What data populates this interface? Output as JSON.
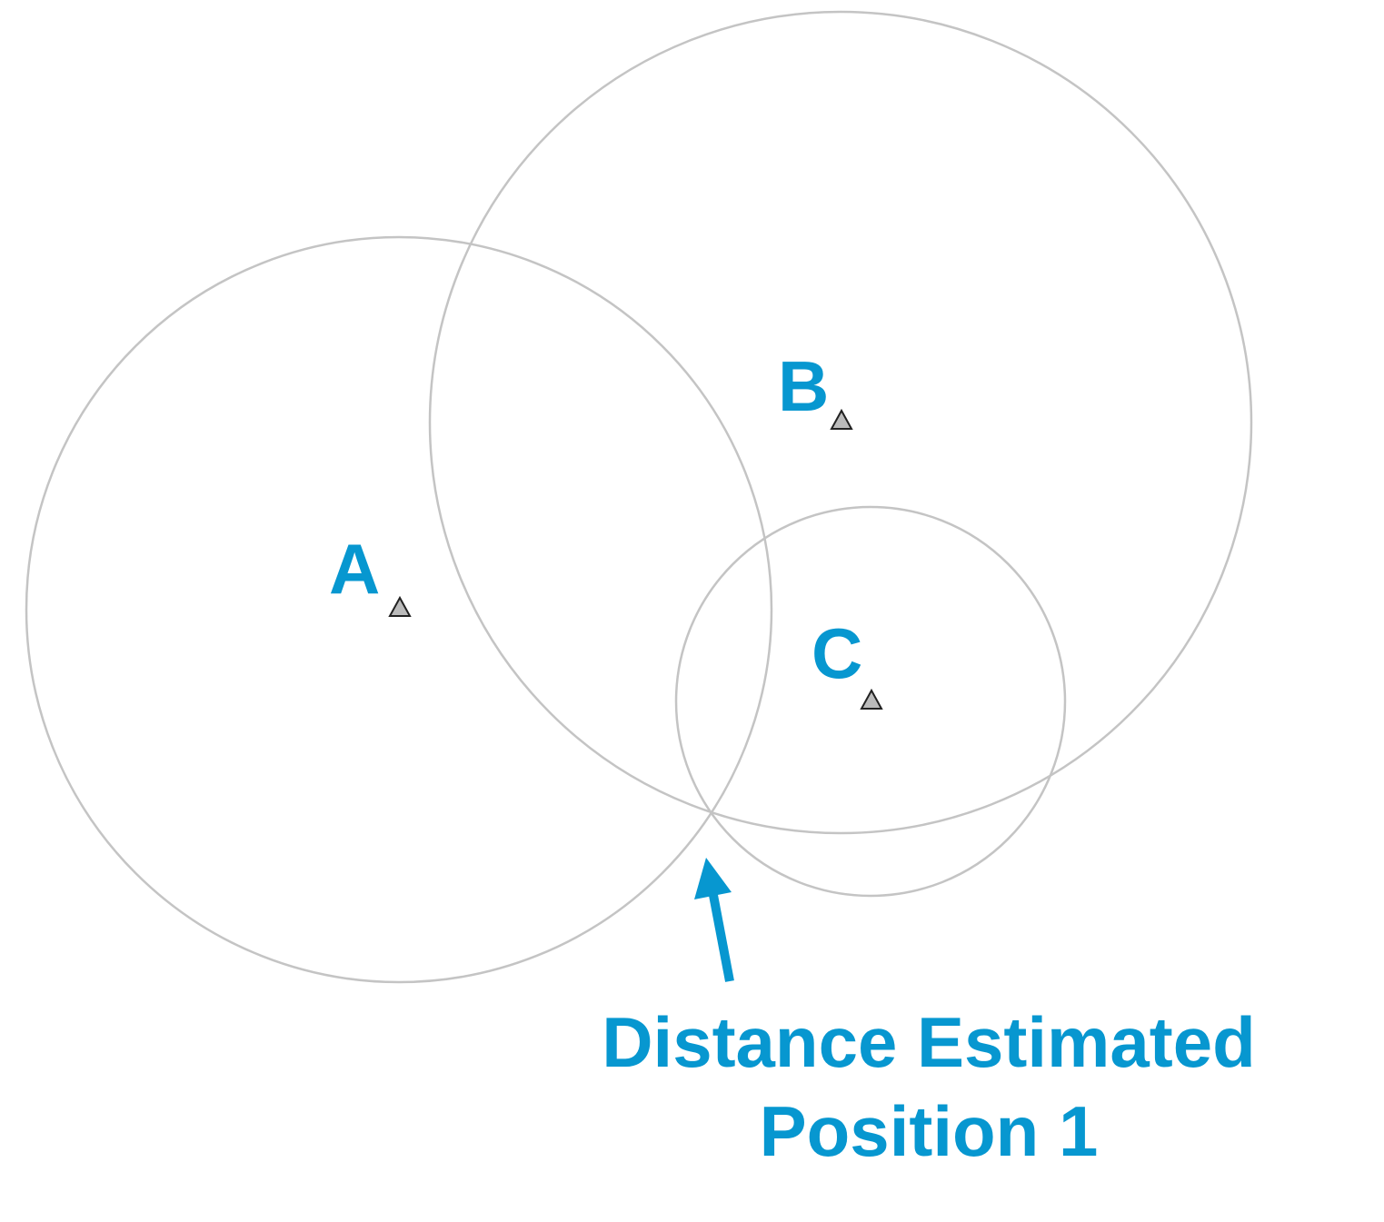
{
  "colors": {
    "accent": "#0797d0",
    "circle": "#c4c4c4",
    "marker": "#222222"
  },
  "stations": [
    {
      "label": "A",
      "icon": "triangle-marker-icon"
    },
    {
      "label": "B",
      "icon": "triangle-marker-icon"
    },
    {
      "label": "C",
      "icon": "triangle-marker-icon"
    }
  ],
  "annotation": {
    "line1": "Distance Estimated",
    "line2": "Position 1",
    "icon": "arrow-up-icon"
  }
}
